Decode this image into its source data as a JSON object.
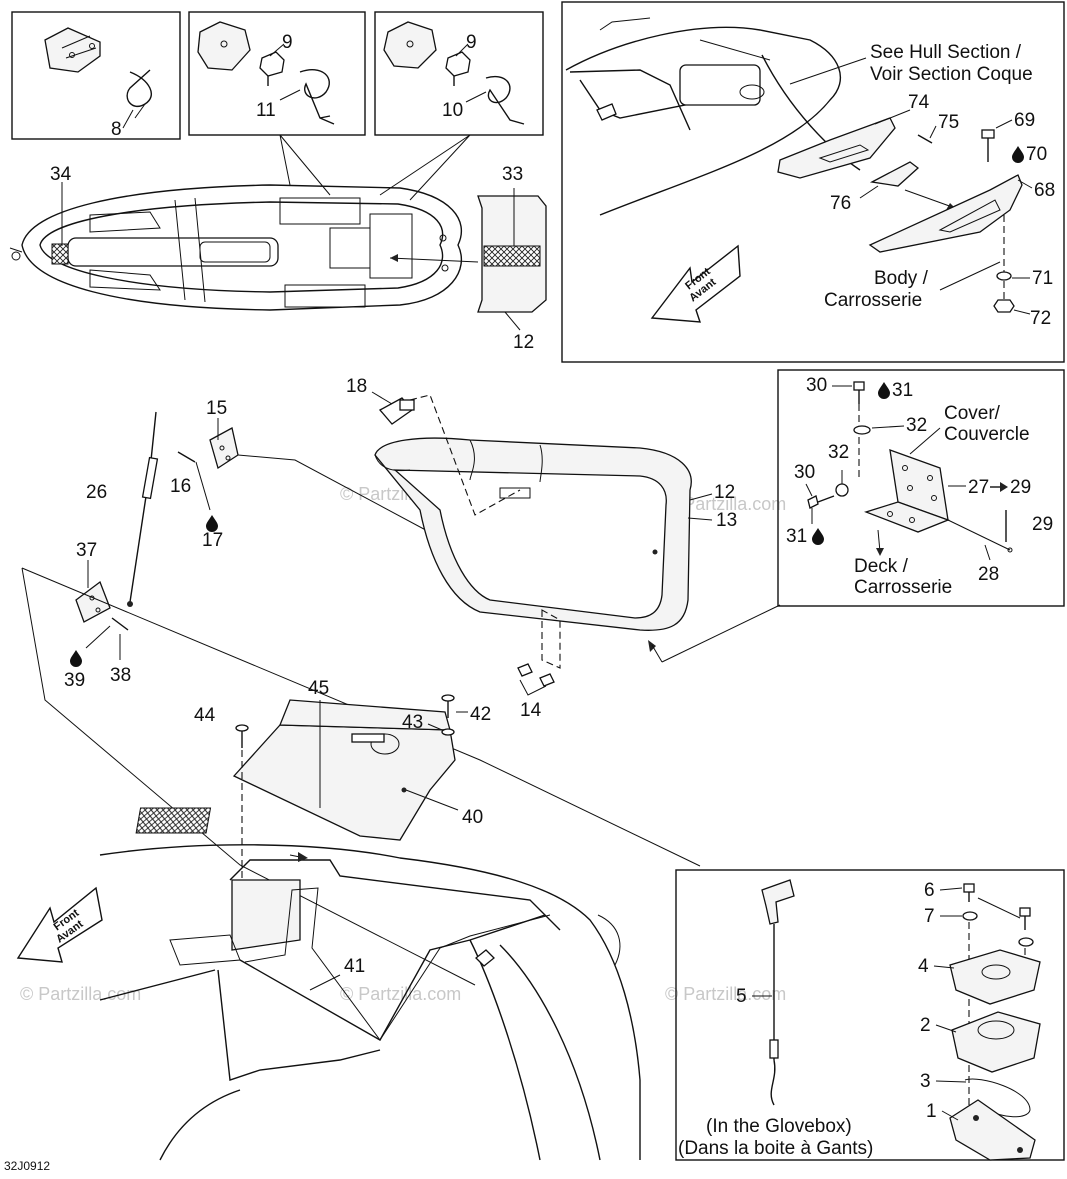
{
  "watermark": "© Partzilla.com",
  "diagram_code": "32J0912",
  "notes": {
    "see_hull": [
      "See Hull Section /",
      "Voir Section Coque"
    ],
    "body": [
      "Body /",
      "Carrosserie"
    ],
    "cover": [
      "Cover/",
      "Couvercle"
    ],
    "deck": [
      "Deck /",
      "Carrosserie"
    ],
    "glovebox": [
      "(In the Glovebox)",
      "(Dans la boite à Gants)"
    ],
    "front_arrow": [
      "Front",
      "Avant"
    ],
    "arrow_27_29": "27→29"
  },
  "callouts": {
    "c1": "1",
    "c2": "2",
    "c3": "3",
    "c4": "4",
    "c5": "5",
    "c6": "6",
    "c7": "7",
    "c8": "8",
    "c9a": "9",
    "c9b": "9",
    "c10": "10",
    "c11": "11",
    "c12a": "12",
    "c12b": "12",
    "c13": "13",
    "c14": "14",
    "c15": "15",
    "c16": "16",
    "c17": "17",
    "c18": "18",
    "c26": "26",
    "c27": "27",
    "c28": "28",
    "c29a": "29",
    "c30a": "30",
    "c30b": "30",
    "c31a": "31",
    "c31b": "31",
    "c32a": "32",
    "c32b": "32",
    "c33": "33",
    "c34": "34",
    "c37": "37",
    "c38": "38",
    "c39": "39",
    "c40": "40",
    "c41": "41",
    "c42": "42",
    "c43": "43",
    "c44": "44",
    "c45": "45",
    "c68": "68",
    "c69": "69",
    "c70": "70",
    "c71": "71",
    "c72": "72",
    "c74": "74",
    "c75": "75",
    "c76": "76"
  },
  "icons": [
    "adhesive-drop-icon",
    "front-direction-arrow-icon",
    "right-arrow-icon"
  ]
}
